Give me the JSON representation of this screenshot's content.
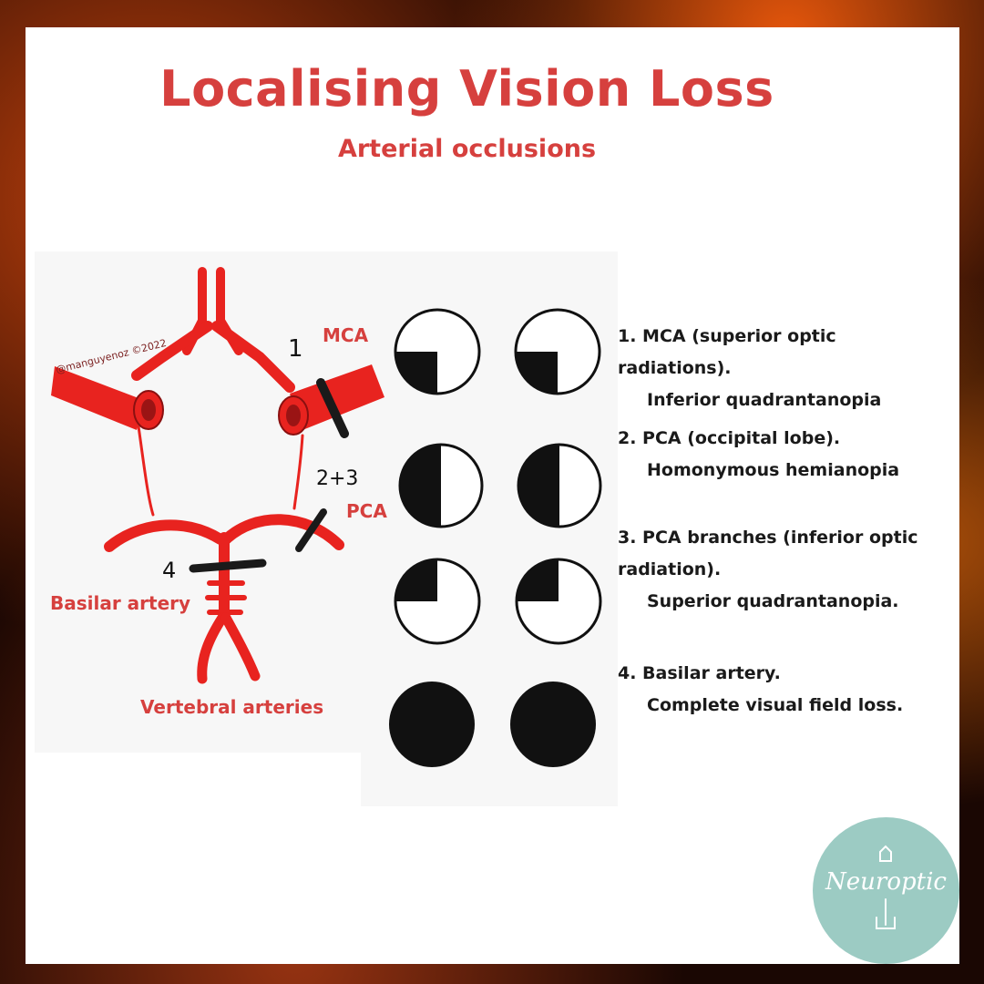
{
  "header": {
    "title": "Localising Vision Loss",
    "subtitle": "Arterial occlusions"
  },
  "diagram": {
    "watermark": "@manguyenoz ©2022",
    "labels": {
      "mca": "MCA",
      "pca": "PCA",
      "basilar": "Basilar artery",
      "vertebral": "Vertebral arteries"
    },
    "occlusion_numbers": {
      "n1": "1",
      "n23": "2+3",
      "n4": "4"
    },
    "colors": {
      "artery": "#e8231f",
      "label": "#d6403e",
      "occlusion_bar": "#1a1a1a"
    }
  },
  "visual_fields": [
    {
      "pattern": "inferior-quadrantanopia",
      "left_eye_loss": "bottom-left quadrant",
      "right_eye_loss": "bottom-left quadrant"
    },
    {
      "pattern": "homonymous-hemianopia",
      "left_eye_loss": "left half",
      "right_eye_loss": "left half"
    },
    {
      "pattern": "superior-quadrantanopia",
      "left_eye_loss": "top-left quadrant",
      "right_eye_loss": "top-left quadrant"
    },
    {
      "pattern": "complete-loss",
      "left_eye_loss": "whole field",
      "right_eye_loss": "whole field"
    }
  ],
  "findings": [
    {
      "site": "1. MCA (superior optic radiations).",
      "deficit": "Inferior quadrantanopia"
    },
    {
      "site": "2. PCA (occipital lobe).",
      "deficit": "Homonymous hemianopia"
    },
    {
      "site": "3. PCA branches (inferior optic radiation).",
      "deficit": "Superior quadrantanopia."
    },
    {
      "site": "4. Basilar artery.",
      "deficit": "Complete visual field loss."
    }
  ],
  "logo": {
    "text": "Neuroptic",
    "color": "#9ccbc3"
  }
}
